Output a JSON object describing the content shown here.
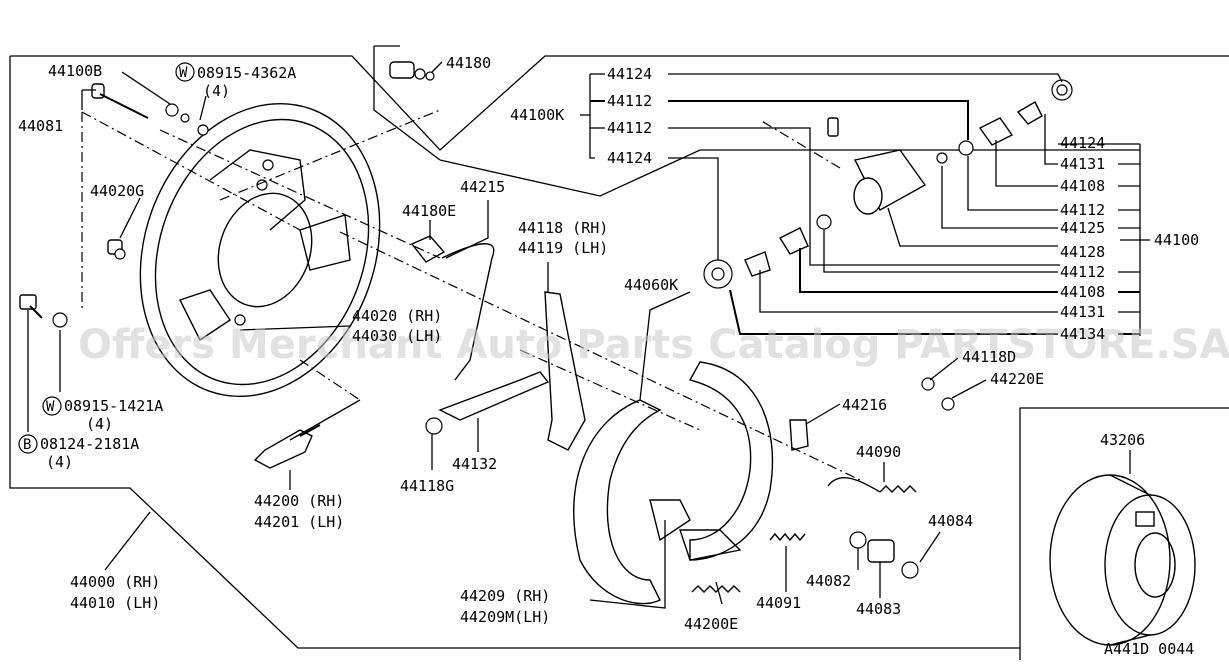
{
  "watermark": "Offers Merchant Auto Parts Catalog PARTSTORE.SA",
  "figure_code": "A441D 0044",
  "parts": {
    "p44100B": "44100B",
    "w08915_4362A_code": "08915-4362A",
    "w08915_4362A_qty": "(4)",
    "w_symbol": "W",
    "b_symbol": "B",
    "p44180": "44180",
    "p44081": "44081",
    "p44100K": "44100K",
    "p44124_a": "44124",
    "p44112_a": "44112",
    "p44112_b": "44112",
    "p44124_b": "44124",
    "p44124_c": "44124",
    "p44131_a": "44131",
    "p44108_a": "44108",
    "p44112_c": "44112",
    "p44125": "44125",
    "p44100": "44100",
    "p44128": "44128",
    "p44112_d": "44112",
    "p44108_b": "44108",
    "p44131_b": "44131",
    "p44134": "44134",
    "p44020G": "44020G",
    "p44215": "44215",
    "p44180E": "44180E",
    "p44118_rh": "44118 (RH)",
    "p44119_lh": "44119 (LH)",
    "p44060K": "44060K",
    "p44020_rh": "44020 (RH)",
    "p44030_lh": "44030 (LH)",
    "p44118D": "44118D",
    "p44220E": "44220E",
    "p44216": "44216",
    "w08915_1421A_code": "08915-1421A",
    "w08915_1421A_qty": "(4)",
    "b08124_2181A_code": "08124-2181A",
    "b08124_2181A_qty": "(4)",
    "p44132": "44132",
    "p44118G": "44118G",
    "p44090": "44090",
    "p44084": "44084",
    "p43206": "43206",
    "p44200_rh": "44200 (RH)",
    "p44201_lh": "44201 (LH)",
    "p44000_rh": "44000 (RH)",
    "p44010_lh": "44010 (LH)",
    "p44082": "44082",
    "p44091": "44091",
    "p44083": "44083",
    "p44209_rh": "44209  (RH)",
    "p44209M_lh": "44209M(LH)",
    "p44200E": "44200E"
  }
}
